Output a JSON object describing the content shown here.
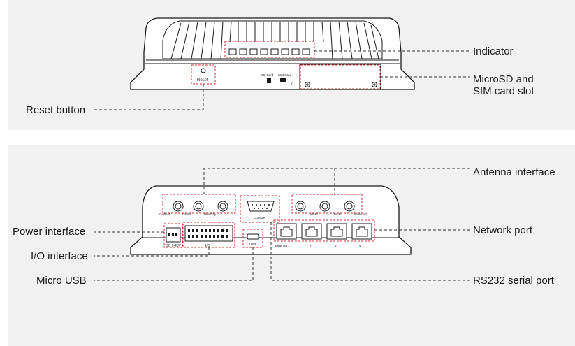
{
  "top_view": {
    "callouts": {
      "indicator": "Indicator",
      "microsd_sim_line1": "MicroSD and",
      "microsd_sim_line2": "SIM card slot",
      "reset": "Reset button"
    },
    "device_labels": {
      "reset": "Reset",
      "sd_card": "SD Card",
      "sim_card": "SIM Card",
      "sim_number": "2"
    }
  },
  "front_view": {
    "callouts": {
      "antenna": "Antenna interface",
      "power": "Power interface",
      "network": "Network port",
      "io": "I/O interface",
      "usb": "Micro USB",
      "rs232": "RS232 serial port"
    },
    "device_labels": {
      "cellular": "Cellular",
      "gnss": "GNSS",
      "diversity": "Diversity",
      "wifi1": "Wi-Fi",
      "wifi2": "Wi-Fi",
      "bluetooth": "Bluetooth",
      "dc": "DC 9-48V",
      "io": "I/O",
      "usb": "USB",
      "console": "Console",
      "eth1": "Ethernet 1",
      "eth2": "2",
      "eth3": "3",
      "eth4": "4"
    }
  },
  "colors": {
    "panel_bg": "#f1f1f1",
    "device_stroke": "#1a1a1a",
    "highlight_dash": "#d9282f",
    "leader_line": "#333333"
  }
}
